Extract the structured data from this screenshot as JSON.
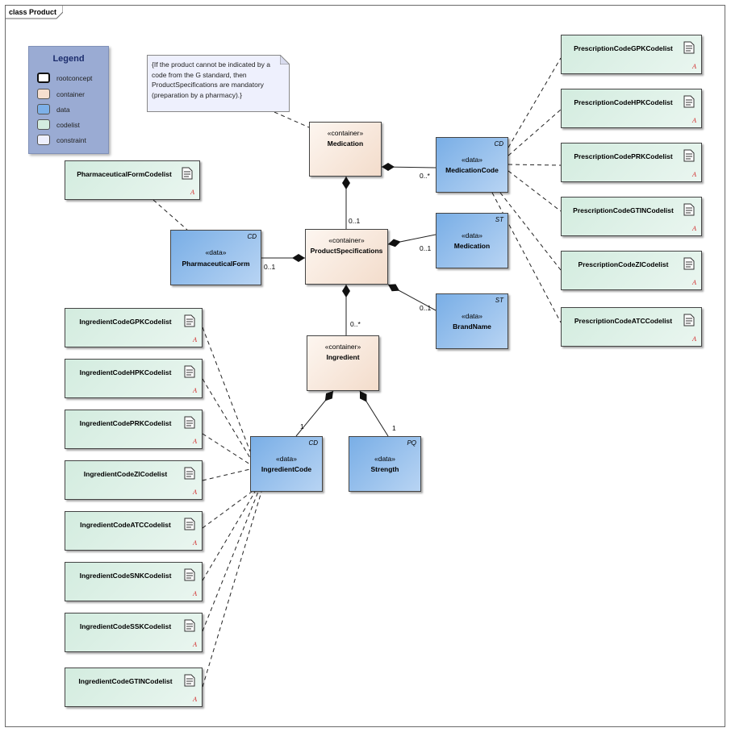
{
  "frame": {
    "label": "class Product"
  },
  "legend": {
    "title": "Legend",
    "items": [
      {
        "label": "rootconcept",
        "color": "#ffffff",
        "thick": true
      },
      {
        "label": "container",
        "color": "#f6dfcf"
      },
      {
        "label": "data",
        "color": "#7db0e8"
      },
      {
        "label": "codelist",
        "color": "#d3ecdf"
      },
      {
        "label": "constraint",
        "color": "#eef0fd"
      }
    ]
  },
  "note": {
    "text": "{If the product cannot be indicated by a code from the G standard, then ProductSpecifications are mandatory (preparation by a pharmacy).}"
  },
  "containers": {
    "medication": {
      "stereotype": "«container»",
      "name": "Medication"
    },
    "product_specifications": {
      "stereotype": "«container»",
      "name": "ProductSpecifications"
    },
    "ingredient": {
      "stereotype": "«container»",
      "name": "Ingredient"
    }
  },
  "data_elements": {
    "medication_code": {
      "stereotype": "«data»",
      "name": "MedicationCode",
      "type": "CD"
    },
    "pharmaceutical_form": {
      "stereotype": "«data»",
      "name": "PharmaceuticalForm",
      "type": "CD"
    },
    "medication": {
      "stereotype": "«data»",
      "name": "Medication",
      "type": "ST"
    },
    "brand_name": {
      "stereotype": "«data»",
      "name": "BrandName",
      "type": "ST"
    },
    "ingredient_code": {
      "stereotype": "«data»",
      "name": "IngredientCode",
      "type": "CD"
    },
    "strength": {
      "stereotype": "«data»",
      "name": "Strength",
      "type": "PQ"
    }
  },
  "codelists": {
    "prescription": [
      "PrescriptionCodeGPKCodelist",
      "PrescriptionCodeHPKCodelist",
      "PrescriptionCodePRKCodelist",
      "PrescriptionCodeGTINCodelist",
      "PrescriptionCodeZICodelist",
      "PrescriptionCodeATCCodelist"
    ],
    "ingredient": [
      "IngredientCodeGPKCodelist",
      "IngredientCodeHPKCodelist",
      "IngredientCodePRKCodelist",
      "IngredientCodeZICodelist",
      "IngredientCodeATCCodelist",
      "IngredientCodeSNKCodelist",
      "IngredientCodeSSKCodelist",
      "IngredientCodeGTINCodelist"
    ],
    "pharmaceutical_form": "PharmaceuticalFormCodelist",
    "attribute_icon": "A"
  },
  "multiplicities": {
    "medication_code": "0..*",
    "product_specifications": "0..1",
    "pharmaceutical_form": "0..1",
    "medication": "0..1",
    "brand_name": "0..1",
    "ingredient": "0..*",
    "ingredient_code": "1",
    "strength": "1"
  }
}
